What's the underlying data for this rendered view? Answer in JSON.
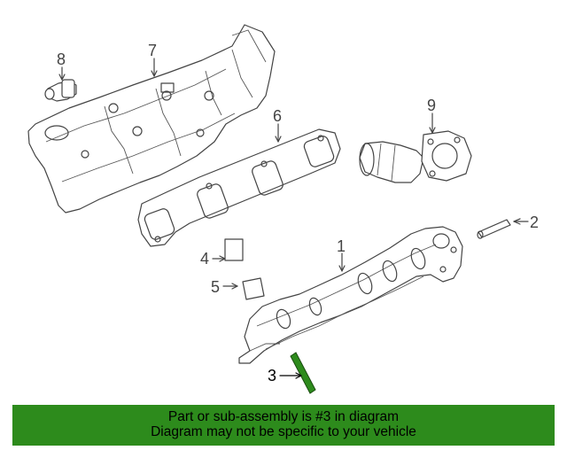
{
  "callouts": {
    "c1": "1",
    "c2": "2",
    "c3": "3",
    "c4": "4",
    "c5": "5",
    "c6": "6",
    "c7": "7",
    "c8": "8",
    "c9": "9"
  },
  "highlight": {
    "part": "3",
    "color": "#2d8b1c"
  },
  "banner": {
    "line1": "Part or sub-assembly is #3 in diagram",
    "line2": "Diagram may not be specific to your vehicle",
    "background": "#2d8b1c"
  }
}
